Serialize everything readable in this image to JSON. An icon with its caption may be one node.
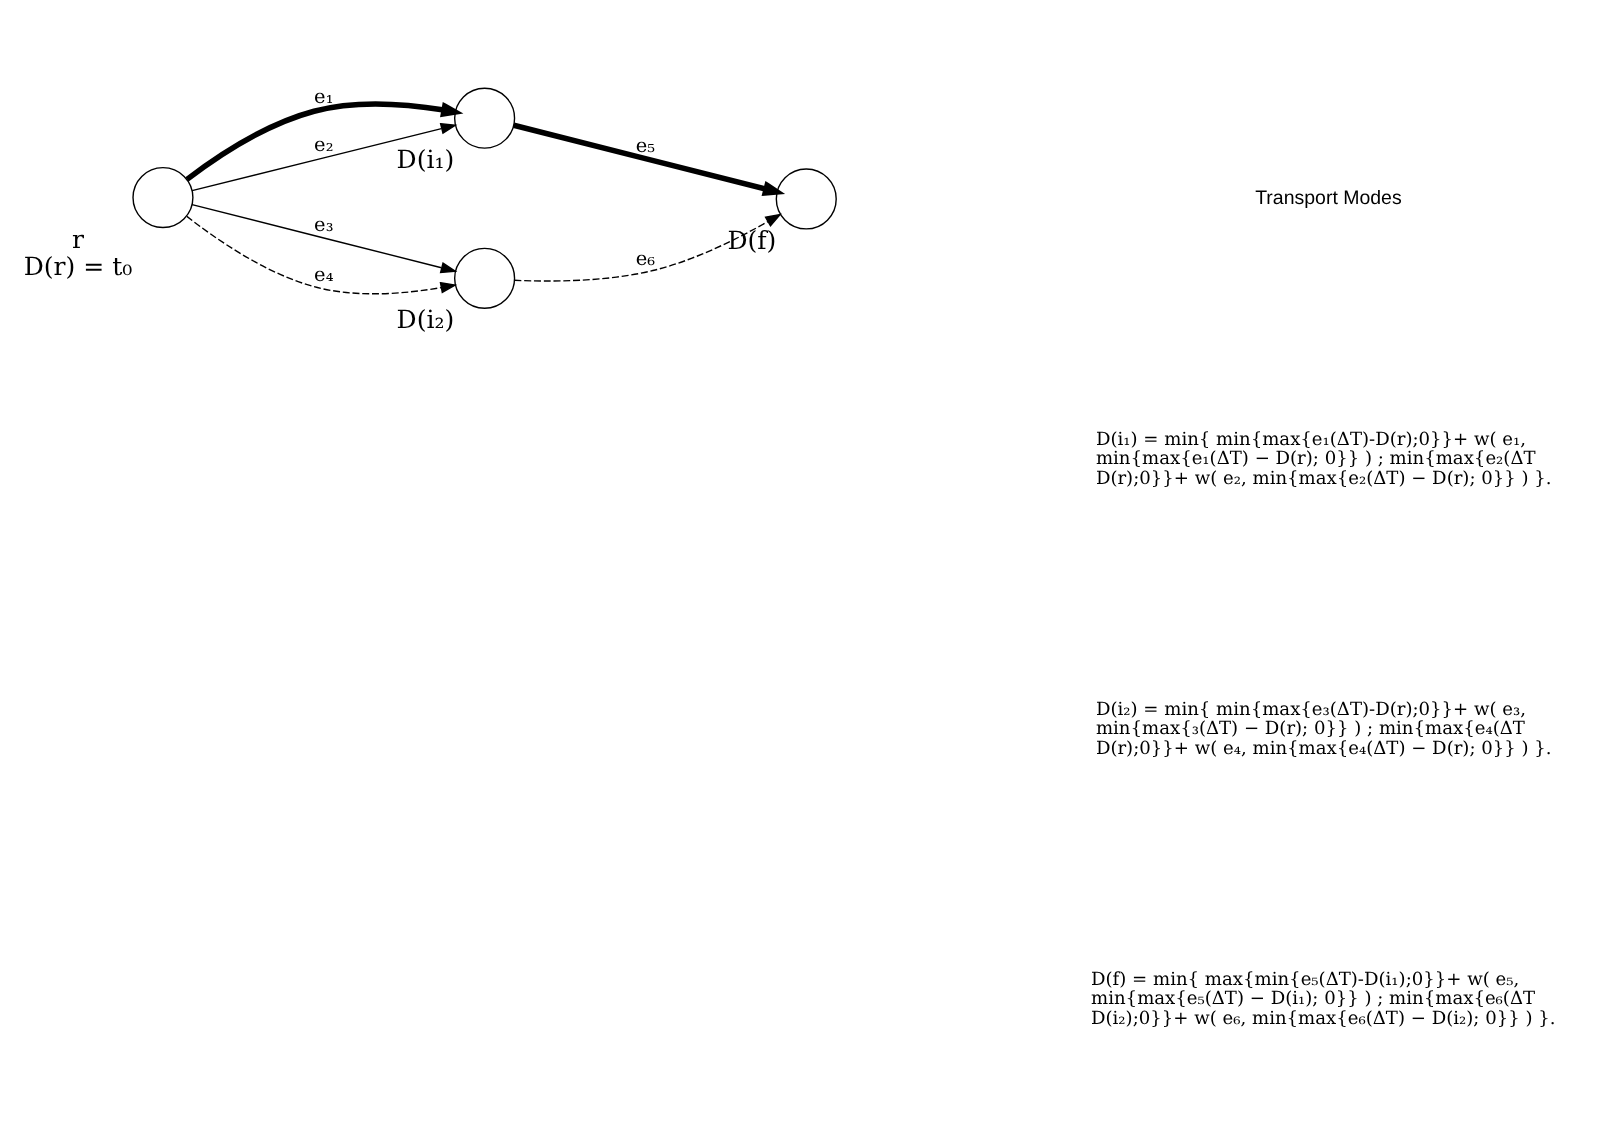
{
  "diagram": {
    "nodes": [
      {
        "text": [
          "r",
          "D(r) = t₀"
        ]
      },
      {
        "text": [
          "D(i₁)"
        ]
      },
      {
        "text": [
          "D(i₂)"
        ]
      },
      {
        "text": [
          "D(f)"
        ]
      }
    ],
    "edges": [
      {
        "from": 0,
        "to": 1,
        "arrow": "to",
        "label": "e₁",
        "style": "thick"
      },
      {
        "from": 0,
        "to": 1,
        "arrow": "to",
        "label": "e₂"
      },
      {
        "from": 0,
        "to": 2,
        "arrow": "to",
        "label": "e₃"
      },
      {
        "from": 0,
        "to": 2,
        "arrow": "to",
        "label": "e₄",
        "style": "dashed"
      },
      {
        "from": 1,
        "to": 3,
        "arrow": "to",
        "label": "e₅",
        "style": "thick"
      },
      {
        "from": 2,
        "to": 3,
        "arrow": "to",
        "label": "e₆",
        "style": "dashed"
      }
    ],
    "labels": [
      "Transport Modes",
      "D(i₁) = min{ min{max{e₁(ΔT)-D(r);0}}+ w( e₁, min{max{e₁(ΔT) − D(r); 0}} ) ; min{max{e₂(ΔT D(r);0}}+ w( e₂, min{max{e₂(ΔT) − D(r); 0}} ) }.",
      "D(i₂) = min{ min{max{e₃(ΔT)-D(r);0}}+ w( e₃, min{max{₃(ΔT) − D(r); 0}} ) ; min{max{e₄(ΔT D(r);0}}+ w( e₄, min{max{e₄(ΔT) − D(r); 0}} ) }.",
      "D(f) = min{ max{min{e₅(ΔT)-D(i₁);0}}+ w( e₅, min{max{e₅(ΔT) − D(i₁); 0}} ) ; min{max{e₆(ΔT D(i₂);0}}+ w( e₆, min{max{e₆(ΔT) − D(i₂); 0}} ) }."
    ]
  }
}
